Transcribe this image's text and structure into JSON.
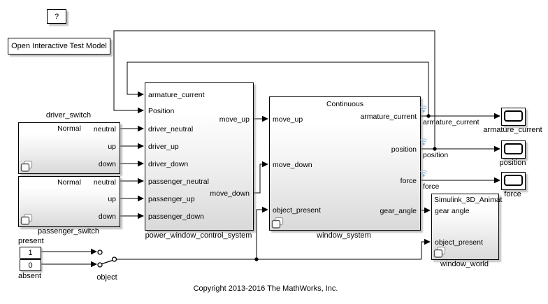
{
  "help_button": {
    "label": "?"
  },
  "toolbar": {
    "open_test_model": "Open Interactive Test Model"
  },
  "blocks": {
    "driver_switch": {
      "name": "driver_switch",
      "mode": "Normal",
      "outputs": [
        "neutral",
        "up",
        "down"
      ]
    },
    "passenger_switch": {
      "name": "passenger_switch",
      "mode": "Normal",
      "outputs": [
        "neutral",
        "up",
        "down"
      ]
    },
    "pwcs": {
      "name": "power_window_control_system",
      "inputs": [
        "armature_current",
        "Position",
        "driver_neutral",
        "driver_up",
        "driver_down",
        "passenger_neutral",
        "passenger_up",
        "passenger_down"
      ],
      "outputs": [
        "move_up",
        "move_down"
      ]
    },
    "window_system": {
      "name": "window_system",
      "annotation": "Continuous",
      "inputs": [
        "move_up",
        "move_down",
        "object_present"
      ],
      "outputs": [
        "armature_current",
        "position",
        "force",
        "gear_angle"
      ]
    },
    "window_world": {
      "name": "window_world",
      "annotation": "Simulink_3D_Animat",
      "inputs": [
        "gear angle",
        "object_present"
      ]
    },
    "scopes": [
      {
        "name": "armature_current"
      },
      {
        "name": "position"
      },
      {
        "name": "force"
      }
    ],
    "constants": [
      {
        "value": "1",
        "label": "present"
      },
      {
        "value": "0",
        "label": "absent"
      }
    ],
    "manual_switch": {
      "label": "object"
    }
  },
  "signal_labels": [
    "armature_current",
    "position",
    "force"
  ],
  "annotations": {
    "copyright": "Copyright 2013-2016 The MathWorks, Inc."
  },
  "colors": {
    "wire": "#000000",
    "block_border": "#000000",
    "block_gradient_bottom": "#d9d9d9",
    "logging_badge_blue": "#8fb3d6",
    "background": "#ffffff"
  }
}
